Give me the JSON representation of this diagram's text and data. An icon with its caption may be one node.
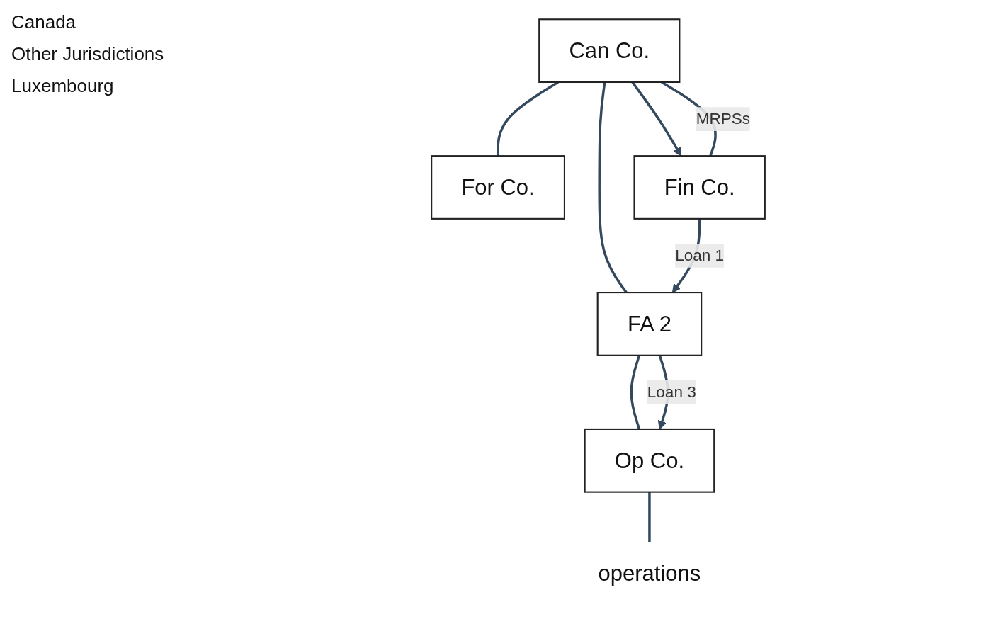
{
  "diagram": {
    "nodes": [
      {
        "text": [
          "For Co."
        ]
      },
      {
        "text": [
          "Can Co."
        ]
      },
      {
        "text": [
          "FA 2"
        ]
      },
      {
        "text": [
          "Fin Co."
        ]
      },
      {
        "text": [
          "Op Co."
        ]
      },
      {
        "text": [
          "operations"
        ]
      }
    ],
    "edges": [
      {
        "from": 1,
        "to": 0,
        "arrow": "none"
      },
      {
        "from": 1,
        "to": 2,
        "arrow": "none"
      },
      {
        "from": 1,
        "to": 3,
        "arrow": "to"
      },
      {
        "from": 1,
        "to": 3,
        "arrow": "none",
        "label": "MRPSs"
      },
      {
        "from": 3,
        "to": 2,
        "arrow": "to",
        "label": "Loan 1"
      },
      {
        "from": 2,
        "to": 4,
        "arrow": "none"
      },
      {
        "from": 2,
        "to": 4,
        "arrow": "to",
        "label": "Loan 3"
      },
      {
        "from": 4,
        "to": 5,
        "arrow": "none"
      }
    ],
    "labels": [
      "Canada",
      "Other Jurisdictions",
      "Luxembourg"
    ]
  }
}
